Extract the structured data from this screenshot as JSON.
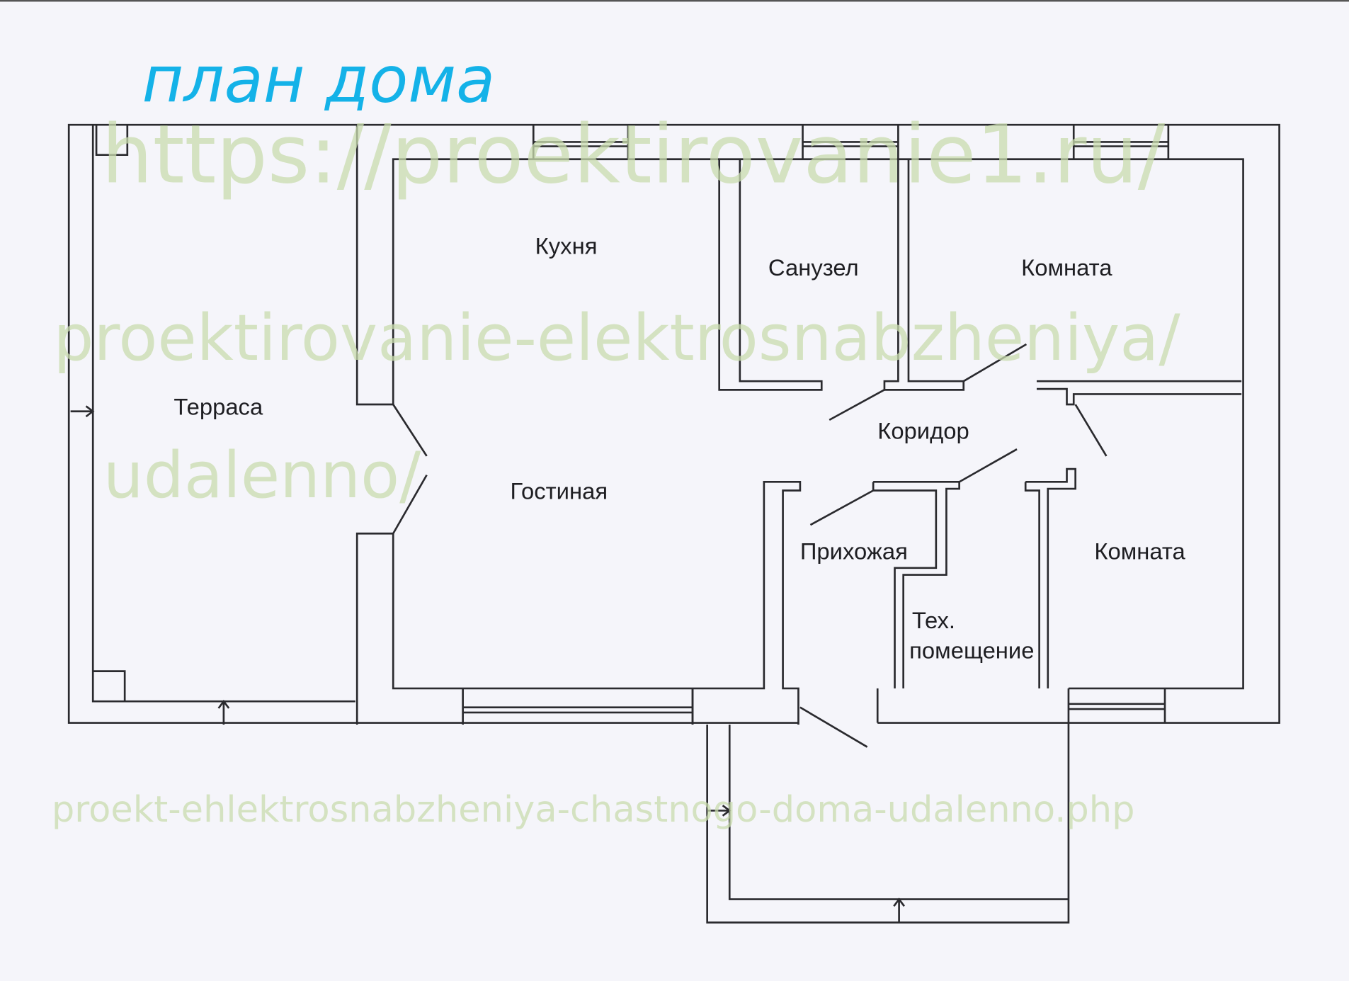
{
  "title": "план дома",
  "rooms": {
    "kitchen": "Кухня",
    "bathroom": "Санузел",
    "room_top": "Комната",
    "terrace": "Терраса",
    "corridor": "Коридор",
    "living": "Гостиная",
    "hall": "Прихожая",
    "room_bottom": "Комната",
    "tech_1": "Тех.",
    "tech_2": "помещение"
  },
  "watermark": {
    "line1": "https://proektirovanie1.ru/",
    "line2": "proektirovanie-elektrosnabzheniya/",
    "line3": "udalenno/",
    "line4": "proekt-ehlektrosnabzheniya-chastnogo-doma-udalenno.php"
  },
  "colors": {
    "title": "#14b2e8",
    "walls": "#2a2a2e",
    "watermark": "#c9dcae"
  }
}
